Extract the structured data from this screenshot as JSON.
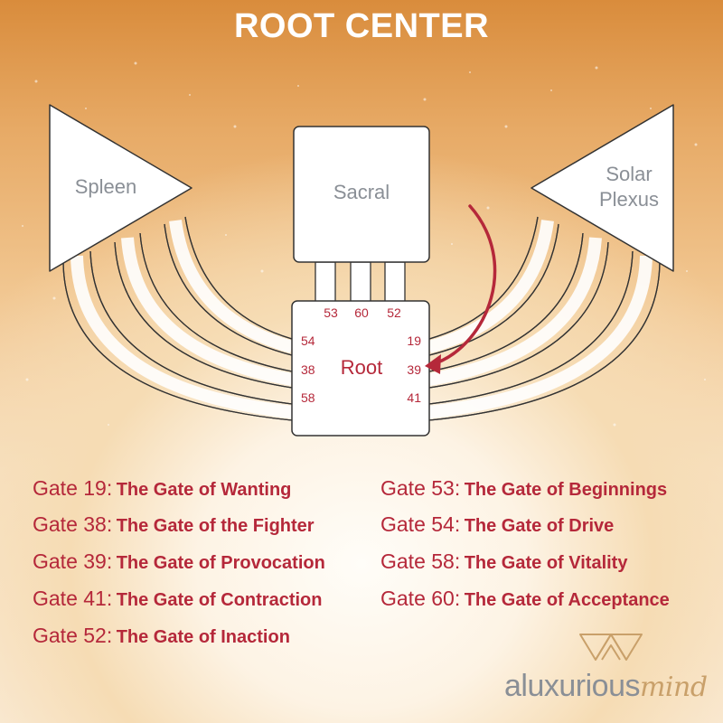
{
  "title": "ROOT CENTER",
  "centers": {
    "spleen": "Spleen",
    "sacral": "Sacral",
    "solar_plexus_line1": "Solar",
    "solar_plexus_line2": "Plexus",
    "root": "Root"
  },
  "root_gates": {
    "top": [
      "53",
      "60",
      "52"
    ],
    "left": [
      "54",
      "38",
      "58"
    ],
    "right": [
      "19",
      "39",
      "41"
    ]
  },
  "gates_left": [
    {
      "num": "Gate 19:",
      "name": "The Gate of Wanting"
    },
    {
      "num": "Gate 38:",
      "name": "The Gate of the Fighter"
    },
    {
      "num": "Gate 39:",
      "name": "The Gate of Provocation"
    },
    {
      "num": "Gate 41:",
      "name": "The Gate of Contraction"
    },
    {
      "num": "Gate 52:",
      "name": "The Gate of Inaction"
    }
  ],
  "gates_right": [
    {
      "num": "Gate 53:",
      "name": "The Gate of Beginnings"
    },
    {
      "num": "Gate 54:",
      "name": "The Gate of Drive"
    },
    {
      "num": "Gate 58:",
      "name": "The Gate of Vitality"
    },
    {
      "num": "Gate 60:",
      "name": "The Gate of Acceptance"
    }
  ],
  "brand": {
    "word1": "aluxurious",
    "word2": "mind"
  },
  "colors": {
    "accent": "#b5283a",
    "header": "#d98c3c",
    "center_fill": "#ffffff",
    "outline": "#333333",
    "brand_gold": "#c9a06a"
  },
  "icons": [
    "logo-triangles-icon",
    "arrow-icon"
  ]
}
